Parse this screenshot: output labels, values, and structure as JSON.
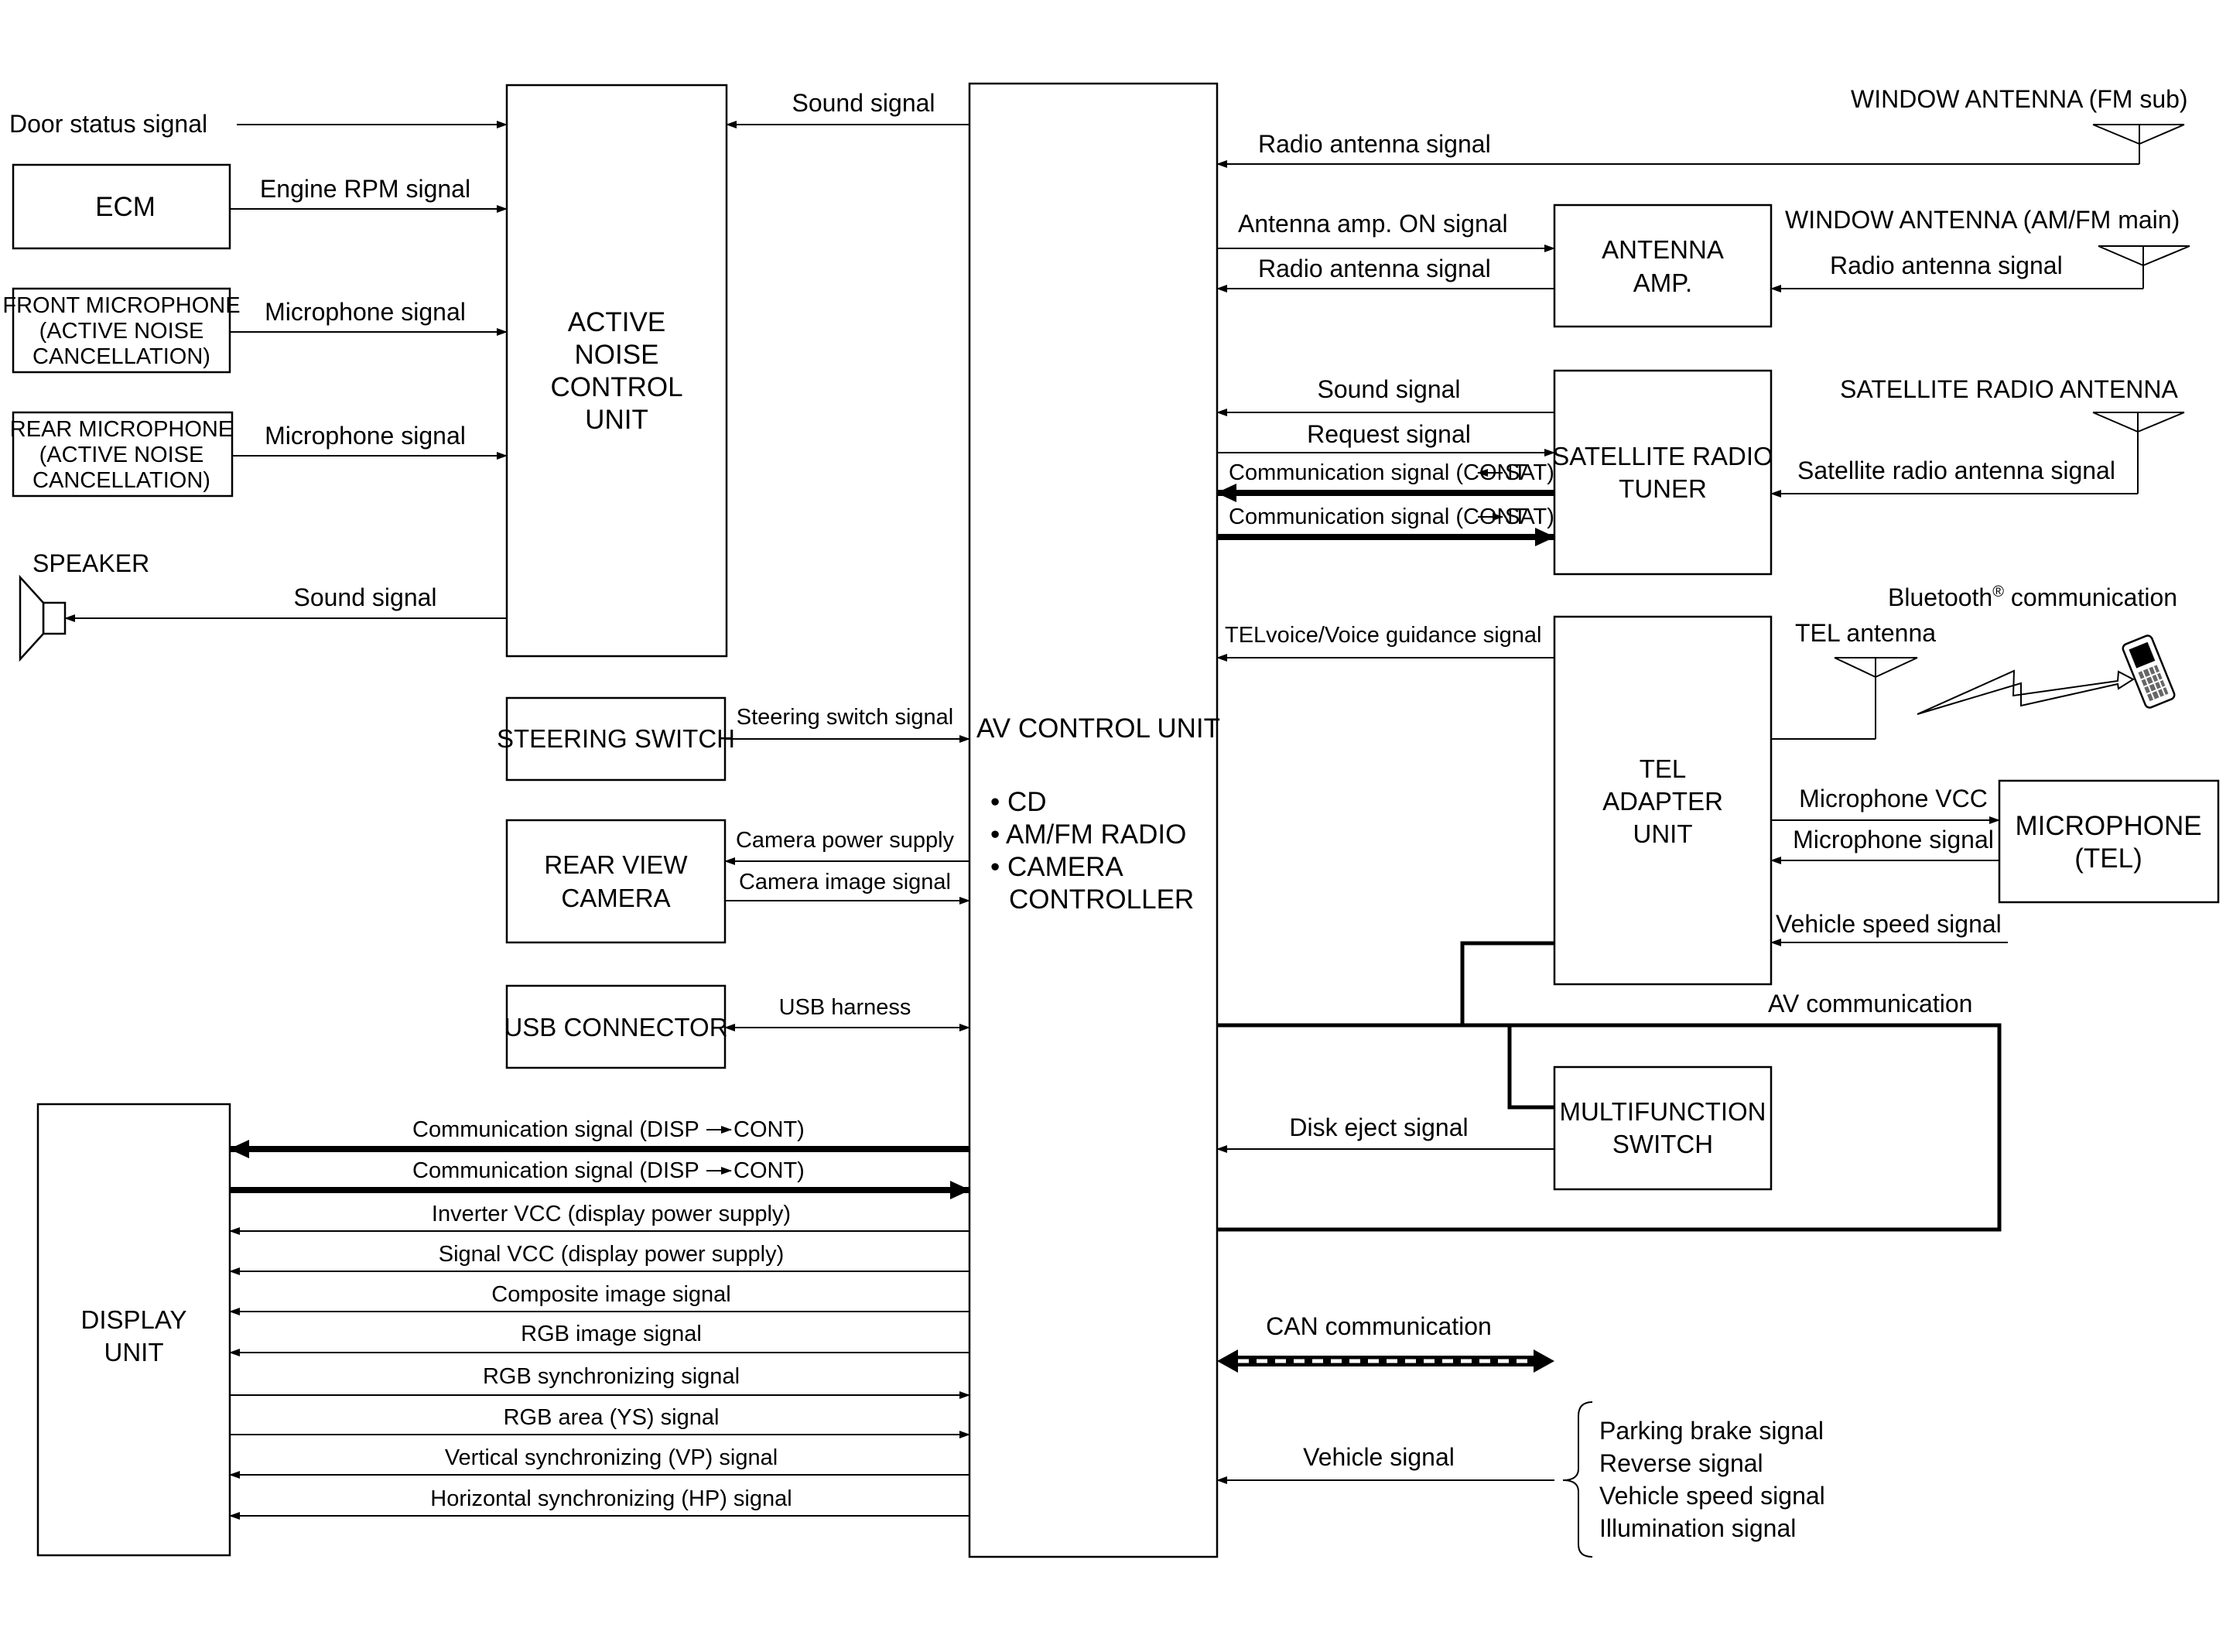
{
  "boxes": {
    "ecm": [
      "ECM"
    ],
    "front_mic": [
      "FRONT MICROPHONE",
      "(ACTIVE NOISE",
      "CANCELLATION)"
    ],
    "rear_mic": [
      "REAR MICROPHONE",
      "(ACTIVE NOISE",
      "CANCELLATION)"
    ],
    "anc": [
      "ACTIVE",
      "NOISE",
      "CONTROL",
      "UNIT"
    ],
    "steering": [
      "STEERING SWITCH"
    ],
    "rear_cam": [
      "REAR VIEW",
      "CAMERA"
    ],
    "usb": [
      "USB CONNECTOR"
    ],
    "display": [
      "DISPLAY",
      "UNIT"
    ],
    "av": [
      "AV CONTROL UNIT"
    ],
    "av_items": [
      "• CD",
      "• AM/FM RADIO",
      "• CAMERA",
      "CONTROLLER"
    ],
    "antenna_amp": [
      "ANTENNA",
      "AMP."
    ],
    "sat_tuner": [
      "SATELLITE RADIO",
      "TUNER"
    ],
    "tel_adapter": [
      "TEL",
      "ADAPTER",
      "UNIT"
    ],
    "microphone_tel": [
      "MICROPHONE",
      "(TEL)"
    ],
    "multifunction": [
      "MULTIFUNCTION",
      "SWITCH"
    ]
  },
  "labels": {
    "speaker": "SPEAKER",
    "window_fm_sub": "WINDOW ANTENNA (FM sub)",
    "window_am_fm": "WINDOW ANTENNA (AM/FM main)",
    "sat_antenna": "SATELLITE RADIO ANTENNA",
    "bluetooth": "Bluetooth",
    "bluetooth_reg": "®",
    "bluetooth_suffix": " communication",
    "tel_antenna": "TEL antenna"
  },
  "signals": {
    "door_status": "Door status signal",
    "engine_rpm": "Engine RPM signal",
    "mic_front": "Microphone signal",
    "mic_rear": "Microphone signal",
    "anc_sound": "Sound signal",
    "speaker_sound": "Sound signal",
    "steering": "Steering switch signal",
    "cam_power": "Camera power supply",
    "cam_image": "Camera image signal",
    "usb": "USB harness",
    "disp_comm_1": "Communication signal (DISP",
    "disp_comm_2": "Communication signal (DISP",
    "disp_comm_cont": "CONT)",
    "inverter_vcc": "Inverter VCC (display power supply)",
    "signal_vcc": "Signal VCC (display power supply)",
    "composite": "Composite image signal",
    "rgb_image": "RGB image signal",
    "rgb_sync": "RGB synchronizing signal",
    "rgb_area": "RGB area (YS) signal",
    "vertical_sync": "Vertical synchronizing (VP) signal",
    "horizontal_sync": "Horizontal synchronizing (HP) signal",
    "radio_ant_1": "Radio antenna signal",
    "antenna_amp_on": "Antenna amp. ON signal",
    "radio_ant_2": "Radio antenna signal",
    "radio_ant_3": "Radio antenna signal",
    "sat_sound": "Sound signal",
    "sat_request": "Request signal",
    "sat_comm_1": "Communication signal (CONT",
    "sat_comm_2": "Communication signal (CONT",
    "sat_comm_sat": "SAT)",
    "sat_ant_signal": "Satellite radio antenna signal",
    "tel_voice": "TELvoice/Voice guidance signal",
    "mic_vcc": "Microphone VCC",
    "mic_signal_tel": "Microphone signal",
    "vehicle_speed": "Vehicle speed signal",
    "av_comm": "AV communication",
    "disk_eject": "Disk eject signal",
    "can_comm": "CAN communication",
    "vehicle_signal": "Vehicle signal"
  },
  "vehicle_signals": [
    "Parking brake signal",
    "Reverse signal",
    "Vehicle speed signal",
    "Illumination signal"
  ]
}
